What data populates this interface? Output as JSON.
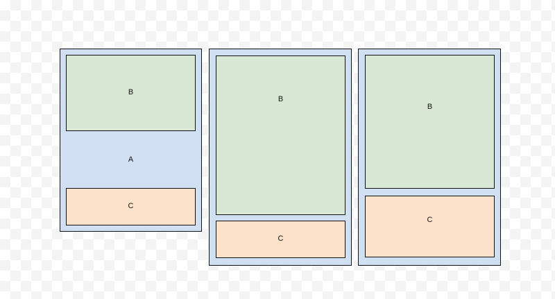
{
  "colors": {
    "region_a": "#d0e0f2",
    "region_b": "#d8e8d4",
    "region_c": "#fce1cb",
    "outline": "#111111"
  },
  "panels": [
    {
      "a_label": "A",
      "b_label": "B",
      "c_label": "C"
    },
    {
      "b_label": "B",
      "c_label": "C"
    },
    {
      "b_label": "B",
      "c_label": "C"
    }
  ]
}
